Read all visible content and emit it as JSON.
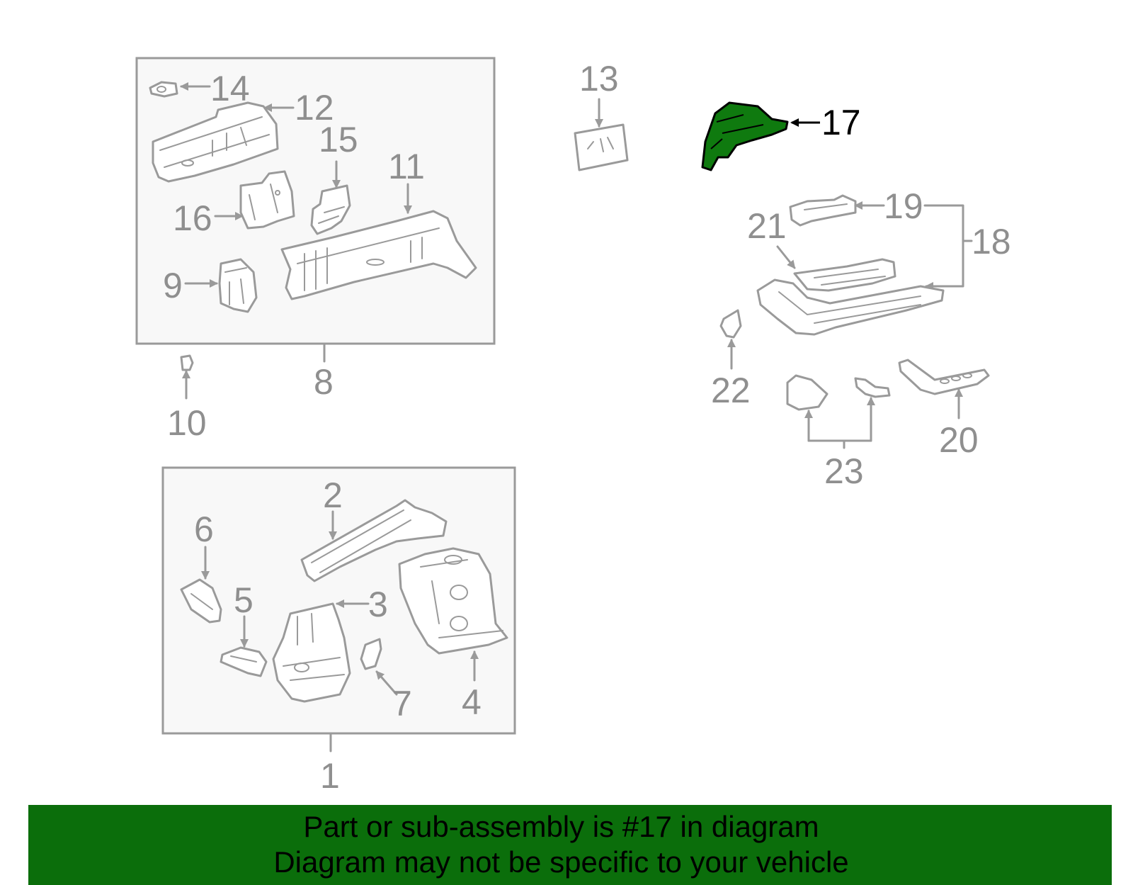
{
  "diagram": {
    "highlighted_part": "17",
    "highlight_color": "#0f7a0f",
    "line_color": "#9a9a9a",
    "labels": {
      "p1": "1",
      "p2": "2",
      "p3": "3",
      "p4": "4",
      "p5": "5",
      "p6": "6",
      "p7": "7",
      "p8": "8",
      "p9": "9",
      "p10": "10",
      "p11": "11",
      "p12": "12",
      "p13": "13",
      "p14": "14",
      "p15": "15",
      "p16": "16",
      "p17": "17",
      "p18": "18",
      "p19": "19",
      "p20": "20",
      "p21": "21",
      "p22": "22",
      "p23": "23"
    }
  },
  "banner": {
    "line1": "Part or sub-assembly is #17 in diagram",
    "line2": "Diagram may not be specific to your vehicle",
    "background": "#0b6e0b"
  }
}
